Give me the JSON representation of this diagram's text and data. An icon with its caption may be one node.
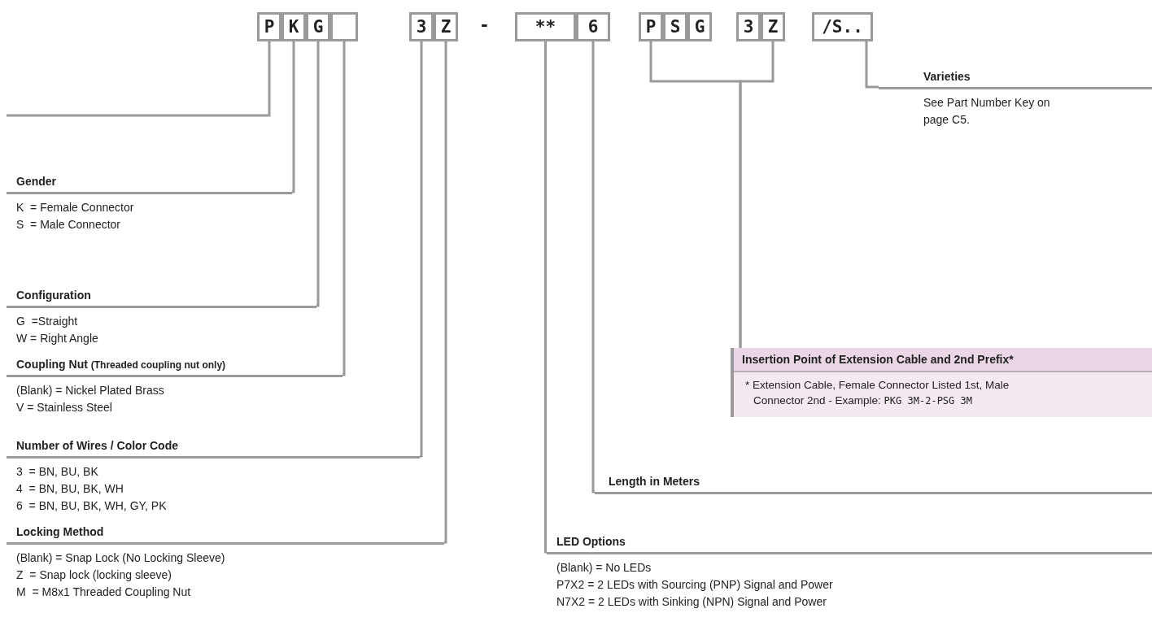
{
  "diagram": {
    "nodes": [
      {
        "text": [
          "P"
        ]
      },
      {
        "text": [
          "K"
        ]
      },
      {
        "text": [
          "G"
        ]
      },
      {
        "text": [],
        "shape": "box"
      },
      {
        "text": [
          "3"
        ]
      },
      {
        "text": [
          "Z"
        ]
      },
      {
        "text": [
          "**"
        ]
      },
      {
        "text": [
          "6"
        ]
      },
      {
        "text": [
          "P"
        ]
      },
      {
        "text": [
          "S"
        ]
      },
      {
        "text": [
          "G"
        ]
      },
      {
        "text": [
          "3"
        ]
      },
      {
        "text": [
          "Z"
        ]
      },
      {
        "text": [
          "/S.."
        ]
      },
      {
        "text": [
          "Gender",
          "K  = Female Connector",
          "S  = Male Connector"
        ]
      },
      {
        "text": [
          "Configuration",
          "G  =Straight",
          "W = Right Angle"
        ]
      },
      {
        "text": [
          "Coupling Nut **(Threaded coupling nut only)**",
          "(Blank) = Nickel Plated Brass",
          "V = Stainless Steel"
        ]
      },
      {
        "text": [
          "Number of Wires / Color Code",
          "3  = BN, BU, BK",
          "4  = BN, BU, BK, WH",
          "6  = BN, BU, BK, WH, GY, PK"
        ]
      },
      {
        "text": [
          "Locking Method",
          "(Blank) = Snap Lock (No Locking Sleeve)",
          "Z  = Snap lock (locking sleeve)",
          "M  = M8x1 Threaded Coupling Nut"
        ]
      },
      {
        "text": [
          "Varieties",
          "See Part Number Key on page C5."
        ]
      },
      {
        "text": [
          "Insertion Point of Extension Cable and 2nd Prefix*",
          "* Extension Cable, Female Connector Listed 1st, Male Connector 2nd - Example:",
          "PKG 3M-2-PSG 3M"
        ]
      },
      {
        "text": [
          "Length in Meters"
        ]
      },
      {
        "text": [
          "LED Options",
          "(Blank) = No LEDs",
          "P7X2 = 2 LEDs with Sourcing (PNP) Signal and Power",
          "N7X2 = 2 LEDs with Sinking (NPN) Signal and Power"
        ]
      }
    ],
    "edges": [
      {
        "from": 0,
        "to": null,
        "arrow": "none"
      },
      {
        "from": 1,
        "to": 14,
        "arrow": "none"
      },
      {
        "from": 2,
        "to": 15,
        "arrow": "none"
      },
      {
        "from": 3,
        "to": 16,
        "arrow": "none"
      },
      {
        "from": 4,
        "to": 17,
        "arrow": "none"
      },
      {
        "from": 5,
        "to": 18,
        "arrow": "none"
      },
      {
        "from": 6,
        "to": 22,
        "arrow": "none"
      },
      {
        "from": 7,
        "to": 21,
        "arrow": "none"
      },
      {
        "from": 8,
        "to": 20,
        "arrow": "none"
      },
      {
        "from": 12,
        "to": 20,
        "arrow": "none"
      },
      {
        "from": 13,
        "to": 19,
        "arrow": "none"
      }
    ],
    "labels": [
      "-"
    ]
  }
}
